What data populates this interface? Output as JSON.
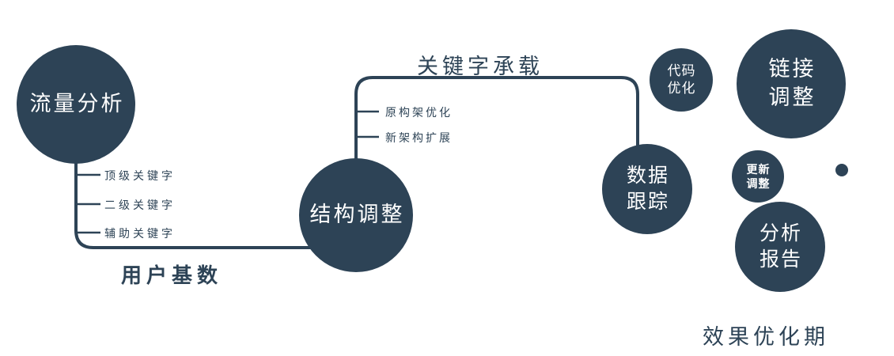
{
  "palette": {
    "node_color": "#2d4356",
    "line_color": "#2d4356",
    "text_dark": "#2d4356",
    "text_light": "#ffffff",
    "bg": "#ffffff"
  },
  "nodes": {
    "traffic": {
      "label": "流量分析"
    },
    "structure": {
      "label": "结构调整"
    },
    "tracking": {
      "line1": "数据",
      "line2": "跟踪"
    },
    "code": {
      "line1": "代码",
      "line2": "优化"
    },
    "link": {
      "line1": "链接",
      "line2": "调整"
    },
    "update": {
      "line1": "更新",
      "line2": "调整"
    },
    "report": {
      "line1": "分析",
      "line2": "报告"
    }
  },
  "branches": {
    "traffic": [
      "顶级关键字",
      "二级关键字",
      "辅助关键字"
    ],
    "structure": [
      "原构架优化",
      "新架构扩展"
    ]
  },
  "edges": {
    "user_base": "用户基数",
    "keyword_carry": "关键字承载"
  },
  "footer": "效果优化期"
}
